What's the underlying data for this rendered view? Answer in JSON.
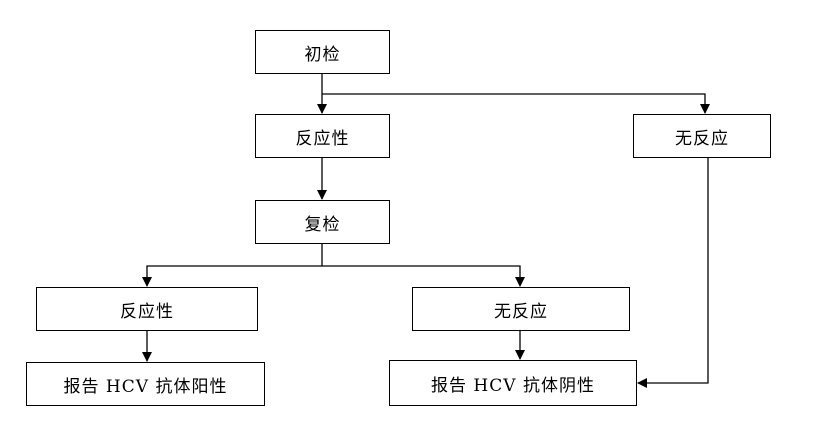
{
  "nodes": {
    "initial_test": "初检",
    "reactive_1": "反应性",
    "nonreactive_1": "无反应",
    "retest": "复检",
    "reactive_2": "反应性",
    "nonreactive_2": "无反应",
    "report_positive": "报告 HCV 抗体阳性",
    "report_negative": "报告 HCV 抗体阴性"
  },
  "colors": {
    "line": "#000000",
    "border": "#000000",
    "background": "#ffffff"
  }
}
